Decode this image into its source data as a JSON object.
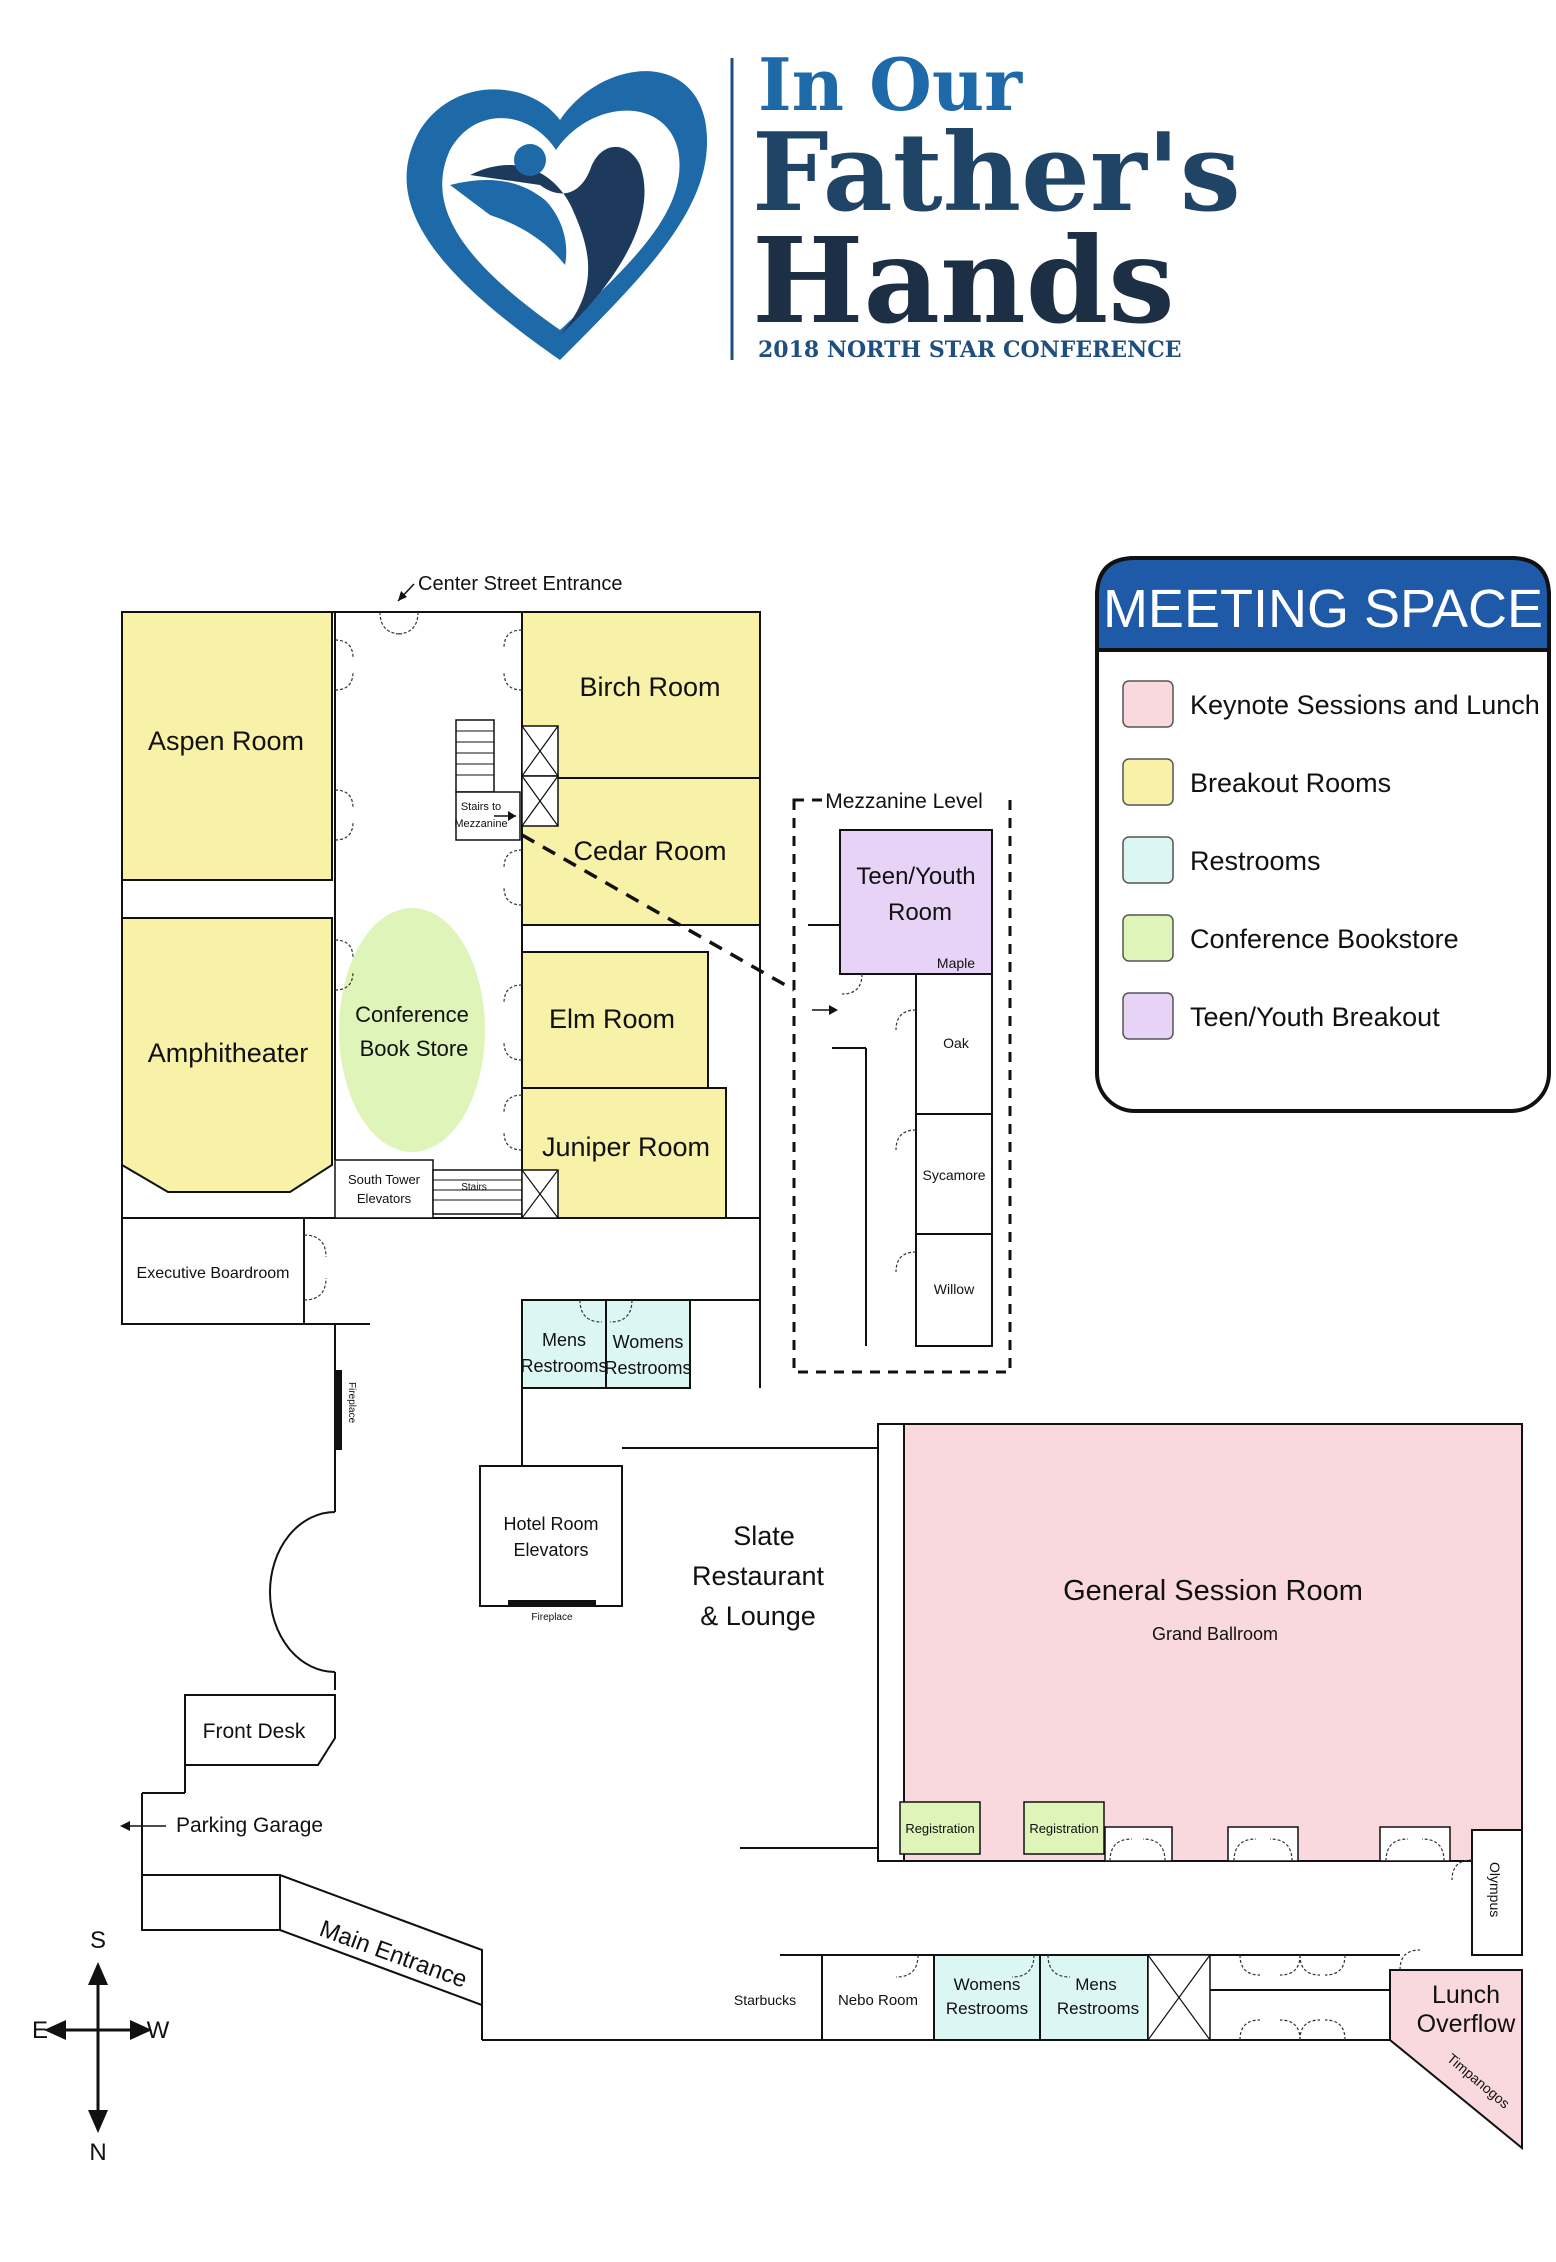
{
  "header": {
    "line1": "In Our",
    "line2": "Father's",
    "line3": "Hands",
    "subtitle": "2018 NORTH STAR CONFERENCE"
  },
  "colors": {
    "keynote": "#fad9de",
    "breakout": "#f8f1a8",
    "restroom": "#dcf6f4",
    "bookstore": "#dff4b8",
    "teen": "#e7d3f5",
    "logo_blue": "#1e6aa8",
    "logo_navy": "#1d2f45",
    "legend_blue": "#1e5aa8"
  },
  "legend": {
    "title": "MEETING SPACE",
    "items": [
      {
        "label": "Keynote Sessions and Lunch",
        "color": "#fad9de"
      },
      {
        "label": "Breakout Rooms",
        "color": "#f8f1a8"
      },
      {
        "label": "Restrooms",
        "color": "#dcf6f4"
      },
      {
        "label": "Conference Bookstore",
        "color": "#dff4b8"
      },
      {
        "label": "Teen/Youth Breakout",
        "color": "#e7d3f5"
      }
    ]
  },
  "rooms": {
    "aspen": "Aspen Room",
    "birch": "Birch Room",
    "cedar": "Cedar Room",
    "elm": "Elm Room",
    "juniper": "Juniper Room",
    "amphitheater": "Amphitheater",
    "bookstore_line1": "Conference",
    "bookstore_line2": "Book Store",
    "general_session": "General Session Room",
    "grand_ballroom": "Grand Ballroom",
    "lunch_line1": "Lunch",
    "lunch_line2": "Overflow",
    "timpanogos": "Timpanogos",
    "olympus": "Olympus",
    "nebo": "Nebo Room",
    "starbucks": "Starbucks",
    "executive": "Executive Boardroom",
    "front_desk": "Front Desk",
    "slate_line1": "Slate",
    "slate_line2": "Restaurant",
    "slate_line3": "& Lounge",
    "hotel_elev_line1": "Hotel Room",
    "hotel_elev_line2": "Elevators",
    "fireplace": "Fireplace",
    "south_tower_line1": "South Tower",
    "south_tower_line2": "Elevators",
    "stairs": "Stairs",
    "stairs_mezz_line1": "Stairs to",
    "stairs_mezz_line2": "Mezzanine",
    "registration": "Registration",
    "mens": "Mens",
    "womens": "Womens",
    "restrooms_word": "Restrooms"
  },
  "mezzanine": {
    "title": "Mezzanine Level",
    "teen_line1": "Teen/Youth",
    "teen_line2": "Room",
    "maple": "Maple",
    "oak": "Oak",
    "sycamore": "Sycamore",
    "willow": "Willow"
  },
  "entrances": {
    "center_street": "Center Street Entrance",
    "parking": "Parking Garage",
    "main": "Main Entrance"
  },
  "compass": {
    "north": "N",
    "south": "S",
    "east": "E",
    "west": "W"
  }
}
